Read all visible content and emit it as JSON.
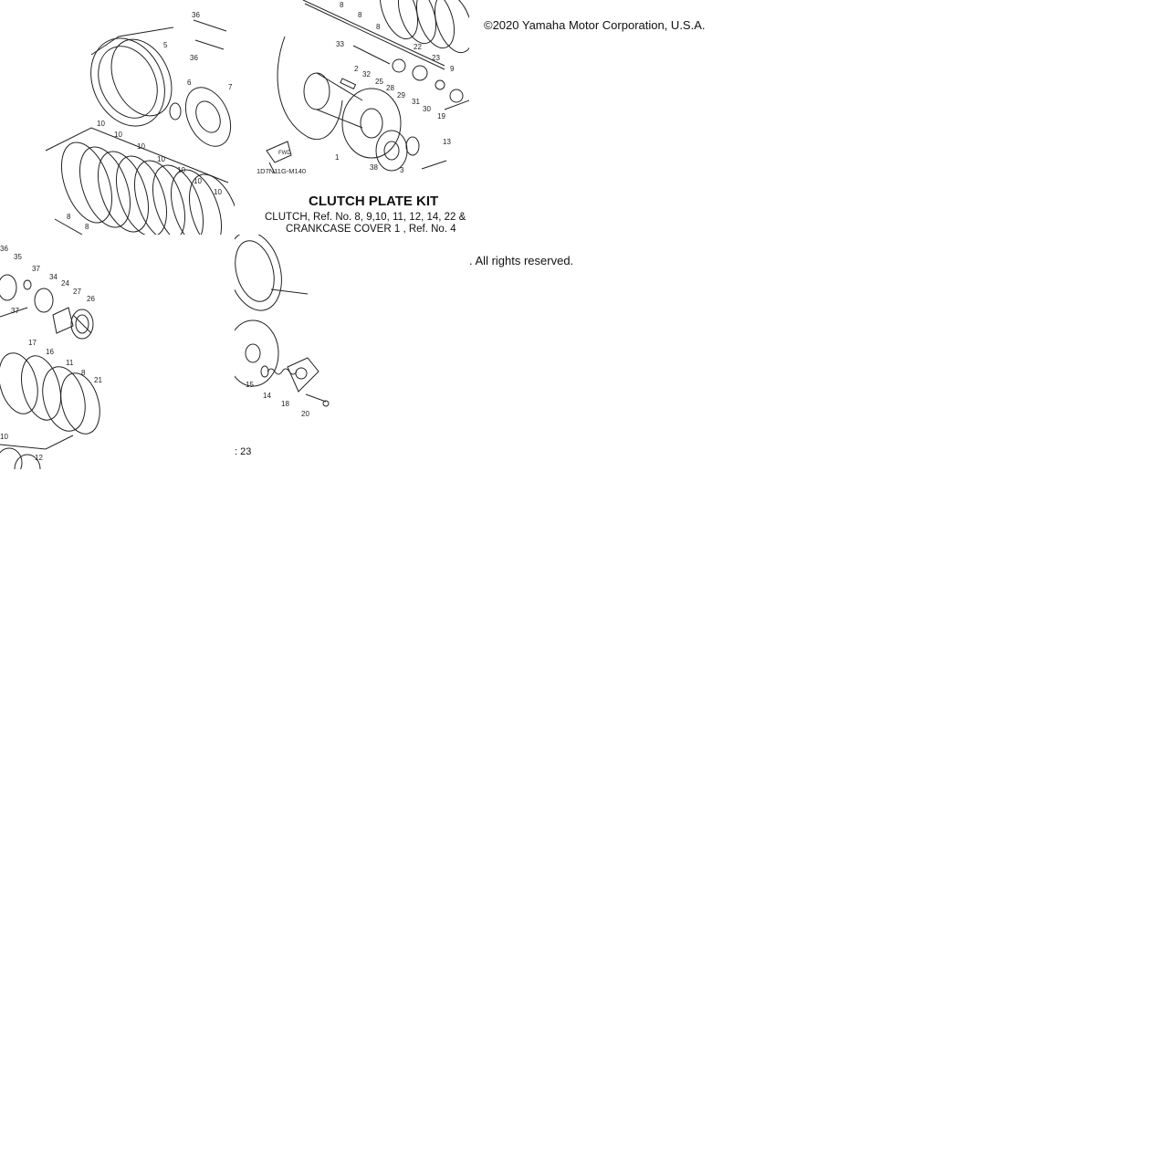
{
  "document": {
    "title": "CLUTCH PLATE KIT",
    "subtitle_line1": "CLUTCH, Ref. No. 8, 9,10, 11, 12, 14, 22 &",
    "subtitle_line2": "CRANKCASE COVER 1 , Ref. No. 4",
    "copyright": "©2020 Yamaha Motor Corporation, U.S.A.",
    "rights": ". All rights reserved.",
    "page_fragment": ": 23",
    "diagram_code": "1D7N11G-M140",
    "fwd_label": "FWD"
  },
  "callouts": {
    "tile1": [
      "36",
      "5",
      "36",
      "6",
      "7",
      "10",
      "10",
      "10",
      "10",
      "10",
      "10",
      "10",
      "8",
      "8"
    ],
    "tile2": [
      "8",
      "8",
      "8",
      "33",
      "22",
      "23",
      "9",
      "2",
      "32",
      "25",
      "28",
      "29",
      "31",
      "30",
      "19",
      "13",
      "1",
      "38",
      "3"
    ],
    "tile3": [
      "36",
      "35",
      "37",
      "34",
      "24",
      "27",
      "26",
      "37",
      "17",
      "16",
      "11",
      "8",
      "21",
      "10",
      "12"
    ],
    "tile4": [
      "15",
      "14",
      "18",
      "20"
    ]
  }
}
